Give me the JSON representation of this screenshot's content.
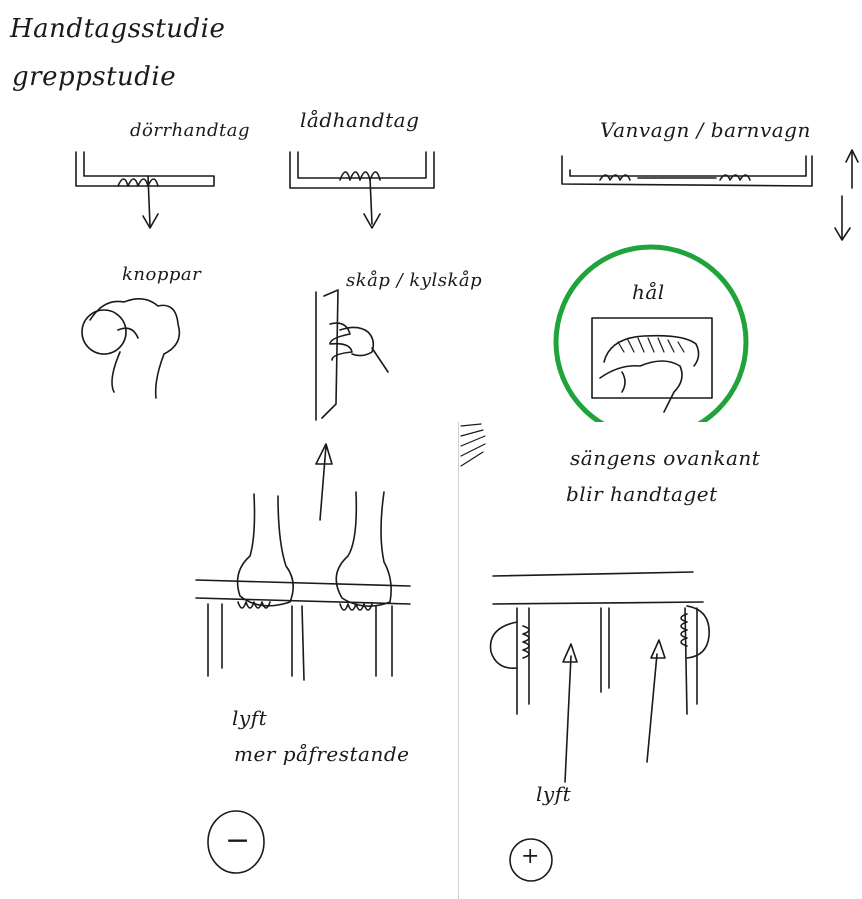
{
  "title_lines": [
    "Handtagsstudie",
    "greppstudie"
  ],
  "sketch_labels": {
    "door_handle": "dörrhandtag",
    "drawer_handle": "lådhandtag",
    "pram": "Vanvagn / barnvagn",
    "knob": "knoppar",
    "cabinet": "skåp / kylskåp",
    "hole": "hål"
  },
  "note_right": [
    "sängens ovankant",
    "blir handtaget"
  ],
  "lift_left": [
    "lyft",
    "mer påfrestande"
  ],
  "lift_right": "lyft",
  "rating_left": "−",
  "rating_right": "+",
  "colors": {
    "ink": "#1a1a1a",
    "highlight_circle": "#1fa33a",
    "paper": "#ffffff"
  }
}
